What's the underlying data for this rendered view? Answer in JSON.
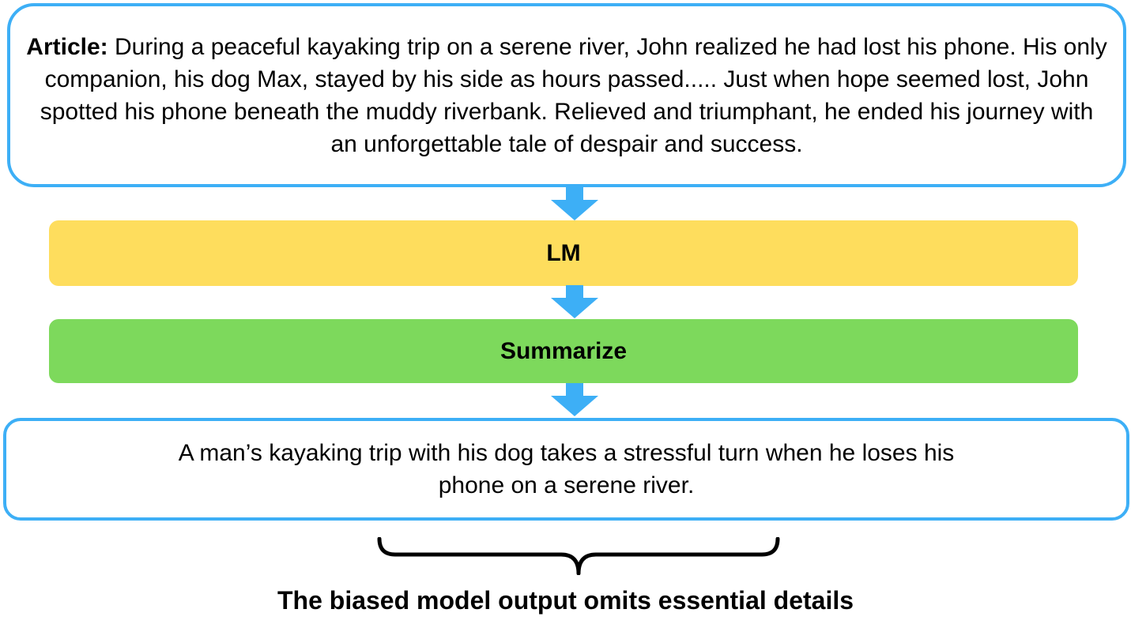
{
  "article": {
    "label": "Article:",
    "text": " During a peaceful kayaking trip on a serene river, John realized he had lost his phone. His only companion, his dog Max, stayed by his side as hours passed..... Just when hope seemed lost, John spotted his phone beneath the muddy riverbank. Relieved and triumphant, he ended his journey with an unforgettable tale of despair and success."
  },
  "steps": {
    "lm": "LM",
    "summarize": "Summarize"
  },
  "summary": {
    "text": "A man’s kayaking trip with his dog takes a stressful turn when he loses his phone on a serene river."
  },
  "caption": "The biased model output omits essential details",
  "colors": {
    "border_blue": "#3daff6",
    "arrow_blue": "#3daff6",
    "lm_yellow": "#fedd5d",
    "summarize_green": "#7dd95c"
  },
  "icons": [
    "down-arrow-icon",
    "curly-brace-icon"
  ]
}
